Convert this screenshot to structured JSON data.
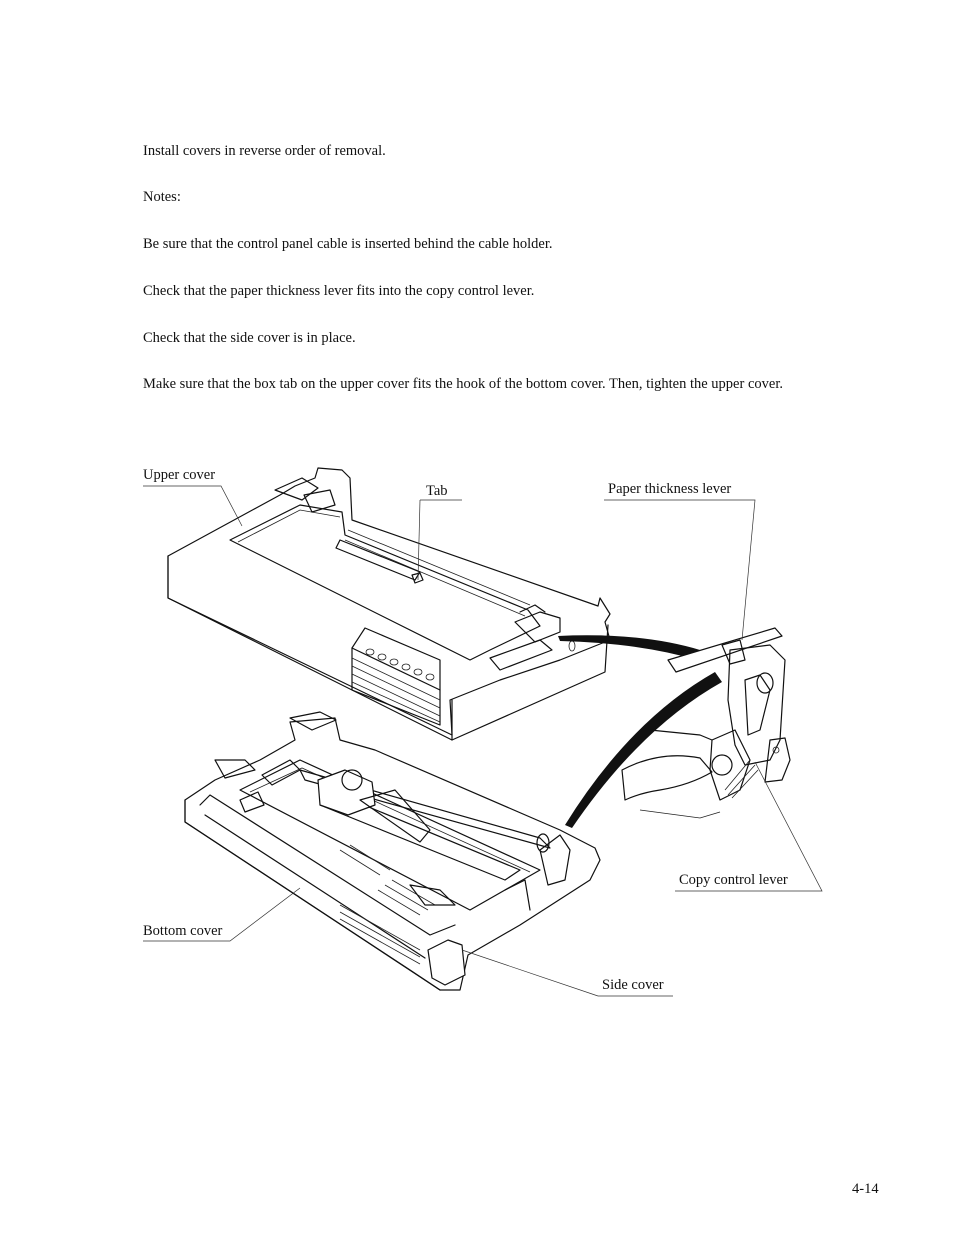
{
  "instructions": {
    "intro": "Install covers in reverse order of removal.",
    "notes_heading": "Notes:",
    "notes": [
      "Be sure that the control panel cable is inserted behind the cable holder.",
      "Check that the paper thickness lever fits into the copy control lever.",
      "Check that the side cover is in place.",
      "Make sure that the box tab on the upper cover fits the hook of the bottom cover.  Then, tighten the upper cover."
    ]
  },
  "figure": {
    "labels": {
      "upper_cover": "Upper cover",
      "tab": "Tab",
      "paper_thickness_lever": "Paper thickness lever",
      "copy_control_lever": "Copy control lever",
      "bottom_cover": "Bottom cover",
      "side_cover": "Side cover"
    }
  },
  "footer": {
    "page_number": "4-14"
  }
}
